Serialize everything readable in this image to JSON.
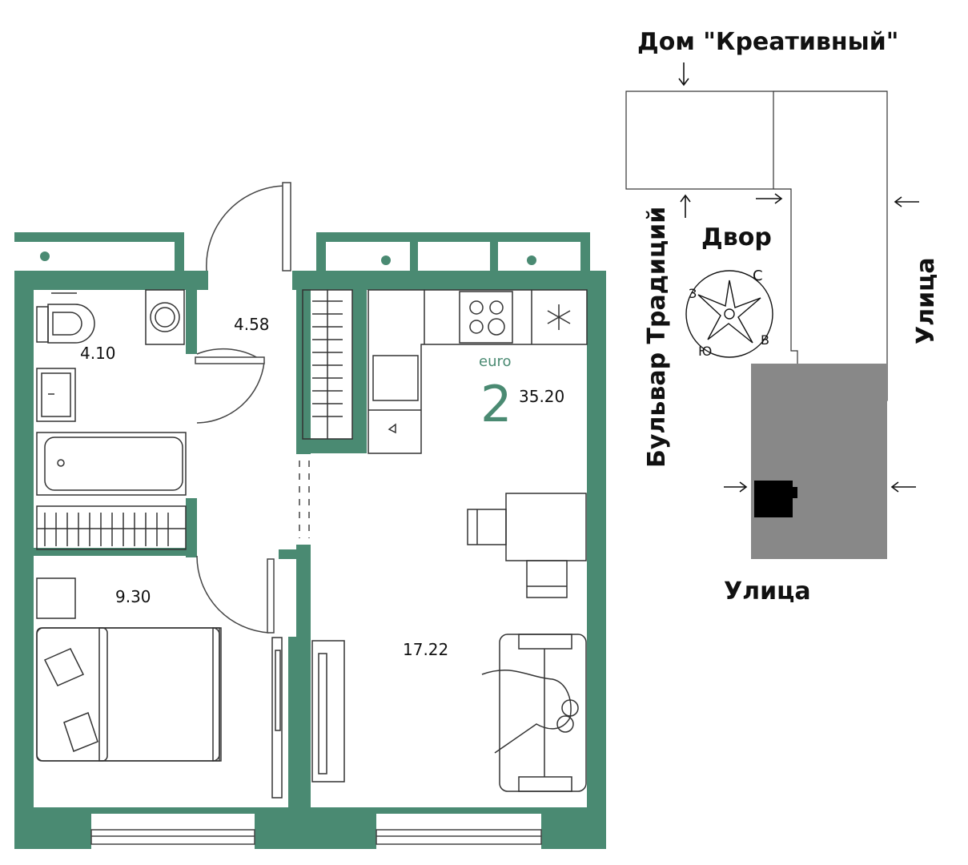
{
  "colors": {
    "wall": "#4a8a72",
    "accent": "#4a8a72",
    "line": "#222222",
    "building": "#888888",
    "entrance": "#000000"
  },
  "apartment": {
    "type_label": "euro",
    "rooms": "2",
    "total_area": "35.20",
    "rooms_list": [
      {
        "name": "bathroom",
        "area": "4.10"
      },
      {
        "name": "hallway",
        "area": "4.58"
      },
      {
        "name": "bedroom",
        "area": "9.30"
      },
      {
        "name": "living-kitchen",
        "area": "17.22"
      }
    ]
  },
  "site_plan": {
    "neighbor_building": "Дом \"Креативный\"",
    "courtyard": "Двор",
    "boulevard": "Бульвар Традиций",
    "street_right": "Улица",
    "street_bottom": "Улица",
    "compass": {
      "north": "С",
      "east": "В",
      "south": "Ю",
      "west": "З"
    }
  }
}
